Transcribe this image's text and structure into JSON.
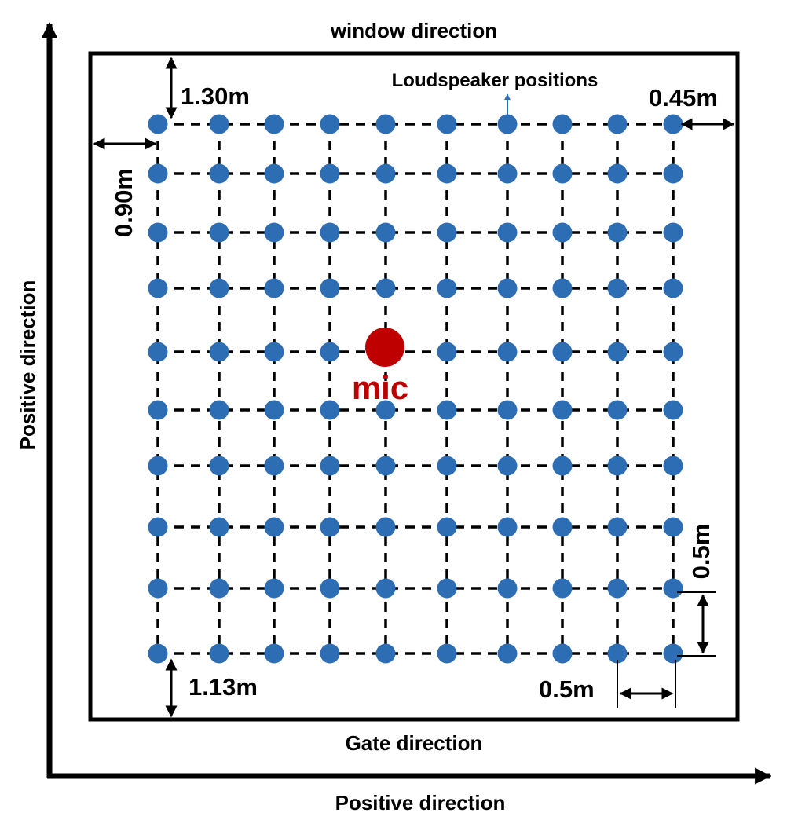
{
  "labels": {
    "top": "window direction",
    "bottom": "Gate direction",
    "x_axis": "Positive direction",
    "y_axis": "Positive direction",
    "speaker": "Loudspeaker positions",
    "mic": "mic"
  },
  "dimensions": {
    "top_gap": "1.30m",
    "left_gap": "0.90m",
    "right_gap": "0.45m",
    "bottom_gap": "1.13m",
    "row_spacing": "0.5m",
    "col_spacing": "0.5m"
  },
  "grid": {
    "columns": 10,
    "rows": 10
  },
  "colors": {
    "speaker": "#2d6db4",
    "mic": "#bf0000",
    "line": "#000000"
  }
}
